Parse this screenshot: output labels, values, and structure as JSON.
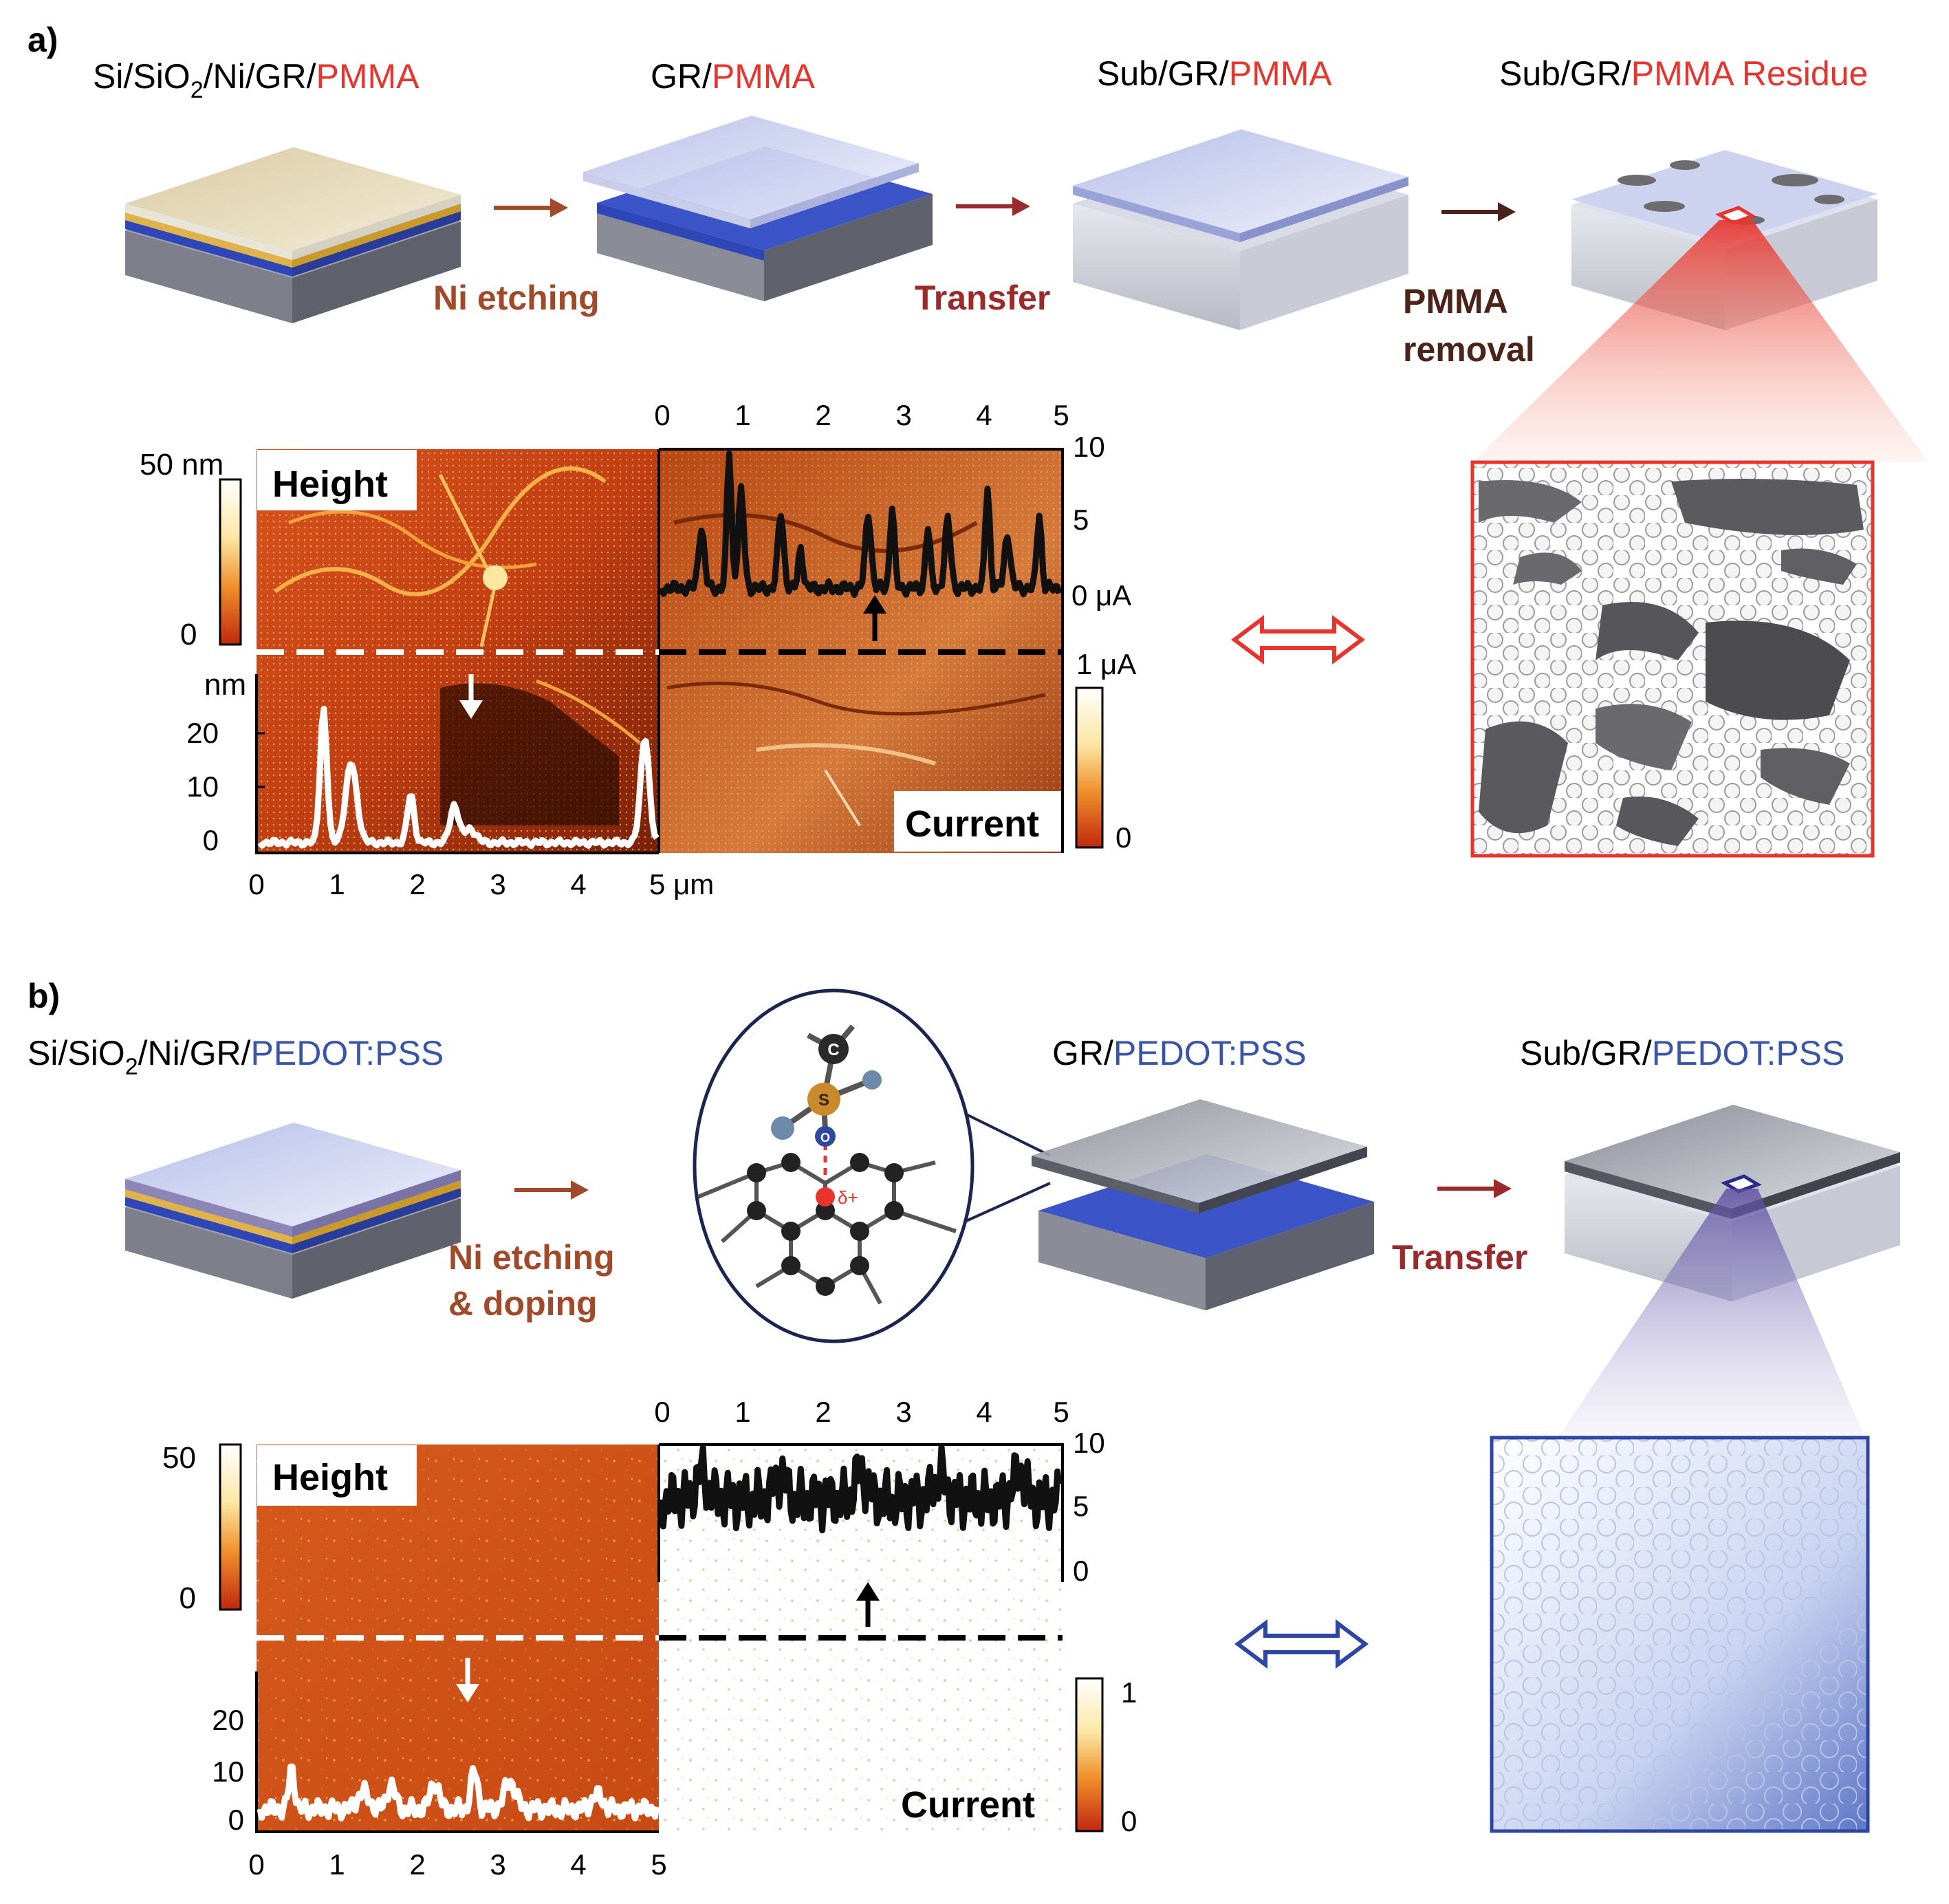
{
  "panel_a": {
    "tag": "a)",
    "steps": [
      {
        "pre": "Si/SiO",
        "sub": "2",
        "post": "/Ni/GR/",
        "accent": "PMMA"
      },
      {
        "pre": "GR/",
        "accent": "PMMA"
      },
      {
        "pre": "Sub/GR/",
        "accent": "PMMA"
      },
      {
        "pre": "Sub/GR/",
        "accent": "PMMA Residue"
      }
    ],
    "arrows": [
      "Ni etching",
      "Transfer",
      "PMMA",
      "removal"
    ],
    "height_map": {
      "label": "Height",
      "colorbar": [
        "50 nm",
        "0"
      ],
      "profile_unit": "nm",
      "profile_ticks": [
        "20",
        "10",
        "0"
      ],
      "x_ticks": [
        "0",
        "1",
        "2",
        "3",
        "4"
      ],
      "x_end": "5 μm"
    },
    "current_map": {
      "label": "Current",
      "top_ticks": [
        "0",
        "1",
        "2",
        "3",
        "4",
        "5"
      ],
      "right_ticks": [
        "10",
        "5",
        "0 μA"
      ],
      "colorbar": [
        "1 μA",
        "0"
      ]
    }
  },
  "panel_b": {
    "tag": "b)",
    "steps": [
      {
        "pre": "Si/SiO",
        "sub": "2",
        "post": "/Ni/GR/",
        "accent": "PEDOT:PSS"
      },
      {
        "pre": "GR/",
        "accent": "PEDOT:PSS"
      },
      {
        "pre": "Sub/GR/",
        "accent": "PEDOT:PSS"
      }
    ],
    "arrows": [
      "Ni etching",
      "& doping",
      "Transfer"
    ],
    "molecule_atoms": [
      "C",
      "S",
      "O",
      "δ+"
    ],
    "height_map": {
      "label": "Height",
      "colorbar": [
        "50",
        "0"
      ],
      "profile_ticks": [
        "20",
        "10",
        "0"
      ],
      "x_ticks": [
        "0",
        "1",
        "2",
        "3",
        "4",
        "5"
      ]
    },
    "current_map": {
      "label": "Current",
      "top_ticks": [
        "0",
        "1",
        "2",
        "3",
        "4",
        "5"
      ],
      "right_ticks": [
        "10",
        "5",
        "0"
      ],
      "colorbar": [
        "1",
        "0"
      ]
    }
  },
  "colors": {
    "pmma_red": "#e8342c",
    "pedot_blue": "#3a55a8",
    "arrow_brown": "#a04a2a",
    "transfer_red": "#9b2a2a",
    "removal_dark": "#4a2418"
  }
}
